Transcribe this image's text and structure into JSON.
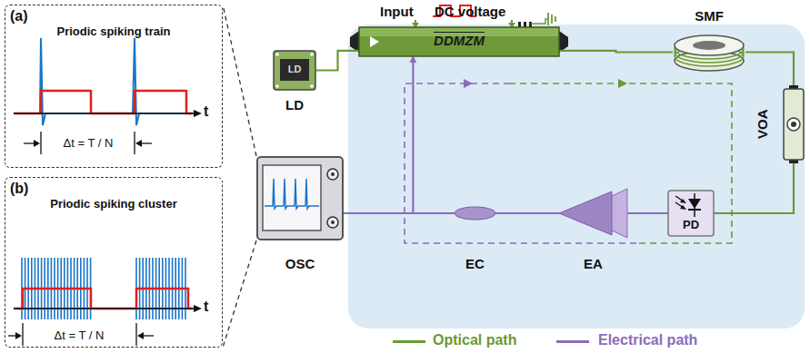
{
  "diagram": {
    "nodes": [
      {
        "text": [
          "(a)",
          "Priodic spiking train"
        ]
      },
      {
        "text": [
          "(b)",
          "Priodic spiking cluster"
        ]
      },
      {
        "text": [
          "LD",
          "LD"
        ]
      },
      {
        "text": [
          "DDMZM"
        ]
      },
      {
        "text": [
          "SMF"
        ]
      },
      {
        "text": [
          "VOA"
        ]
      },
      {
        "text": [
          "PD"
        ]
      },
      {
        "text": [
          "EA"
        ]
      },
      {
        "text": [
          "EC"
        ]
      },
      {
        "text": [
          "OSC"
        ]
      }
    ],
    "edges": [
      {
        "from": 2,
        "to": 3,
        "arrow": "none"
      },
      {
        "from": 3,
        "to": 4,
        "arrow": "none"
      },
      {
        "from": 4,
        "to": 5,
        "arrow": "none"
      },
      {
        "from": 5,
        "to": 6,
        "arrow": "none"
      },
      {
        "from": 6,
        "to": 7,
        "arrow": "none"
      },
      {
        "from": 7,
        "to": 8,
        "arrow": "none"
      },
      {
        "from": 8,
        "to": 3,
        "arrow": "to"
      },
      {
        "from": 8,
        "to": 9,
        "arrow": "none"
      },
      {
        "from": 9,
        "to": 0,
        "arrow": "none"
      },
      {
        "from": 9,
        "to": 1,
        "arrow": "none"
      }
    ],
    "labels": [
      "Input",
      "DC voltage",
      "t",
      "Δt = T / N",
      "t",
      "Δt = T / N"
    ],
    "legend": [
      {
        "text": "Optical path",
        "color": "#6a9a35"
      },
      {
        "text": "Electrical path",
        "color": "#8a6cb8"
      }
    ]
  }
}
